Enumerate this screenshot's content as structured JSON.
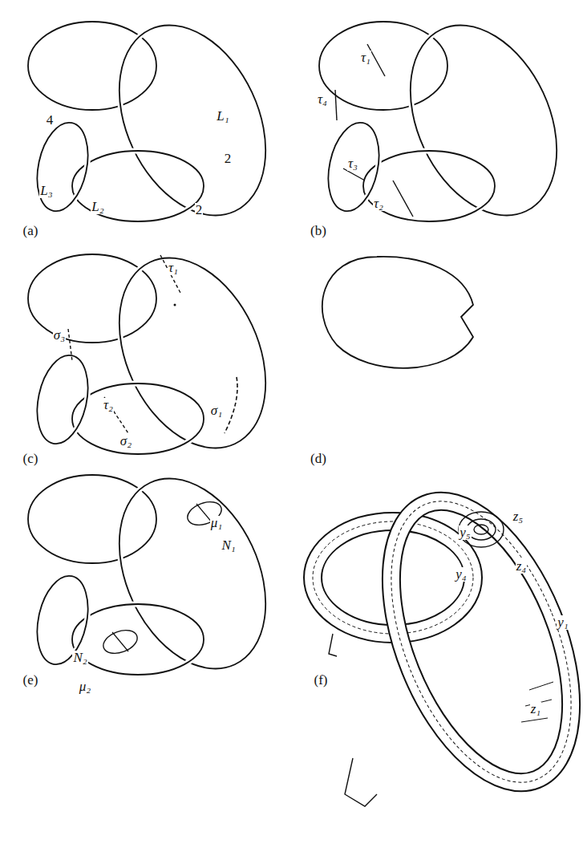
{
  "diagram": {
    "labels": [
      "4",
      "L₁",
      "2",
      "L₃",
      "L₂",
      "2",
      "(a)",
      "τ₁",
      "τ₄",
      "τ₃",
      "τ₂",
      "(b)",
      "τ₁",
      "σ₃",
      "σ₁",
      "τ₂",
      "σ₂",
      "(c)",
      "(d)",
      "μ₁",
      "N₁",
      "N₂",
      "μ₂",
      "(e)",
      "z₅",
      "y₅",
      "y₄",
      "z₄",
      "y₁",
      "z₁",
      "(f)"
    ]
  }
}
